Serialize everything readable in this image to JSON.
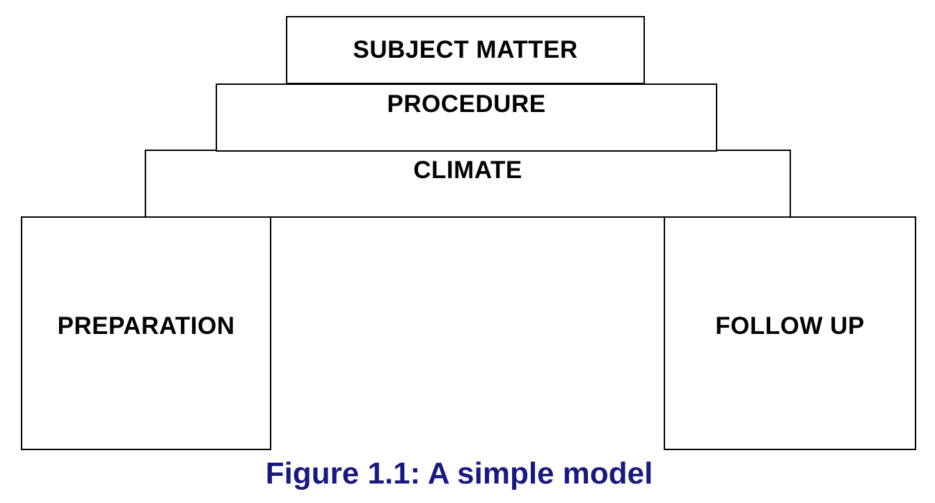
{
  "diagram": {
    "boxes": {
      "subject_matter": "SUBJECT MATTER",
      "procedure": "PROCEDURE",
      "climate": "CLIMATE",
      "preparation": "PREPARATION",
      "follow_up": "FOLLOW UP"
    },
    "caption": "Figure 1.1: A simple model"
  },
  "colors": {
    "box_border": "#000000",
    "caption_text": "#1a1a7a"
  }
}
